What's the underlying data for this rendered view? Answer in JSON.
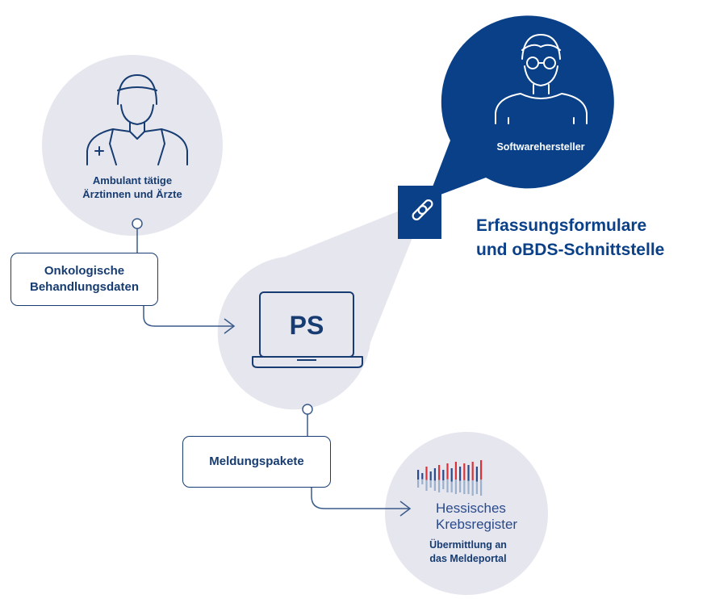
{
  "colors": {
    "navy": "#0a4088",
    "text_dark": "#173c71",
    "bubble_light": "#e6e6ef",
    "line": "#3a5a8a",
    "register_blue": "#2a4a8a",
    "register_red": "#d9323b",
    "register_light": "#9ab0cc"
  },
  "nodes": {
    "physician": {
      "label_line1": "Ambulant tätige",
      "label_line2": "Ärztinnen und Ärzte",
      "icon": "doctor-icon"
    },
    "software": {
      "label": "Softwarehersteller",
      "icon": "person-glasses-icon"
    },
    "ps": {
      "label": "PS",
      "icon": "laptop-icon"
    },
    "register": {
      "name_line1": "Hessisches",
      "name_line2": "Krebsregister",
      "sub_line1": "Übermittlung an",
      "sub_line2": "das Meldeportal",
      "icon": "register-logo"
    }
  },
  "boxes": {
    "treatment_line1": "Onkologische",
    "treatment_line2": "Behandlungsdaten",
    "packages": "Meldungspakete"
  },
  "connector": {
    "icon": "link-icon",
    "title_line1": "Erfassungsformulare",
    "title_line2": "und oBDS-Schnittstelle"
  }
}
